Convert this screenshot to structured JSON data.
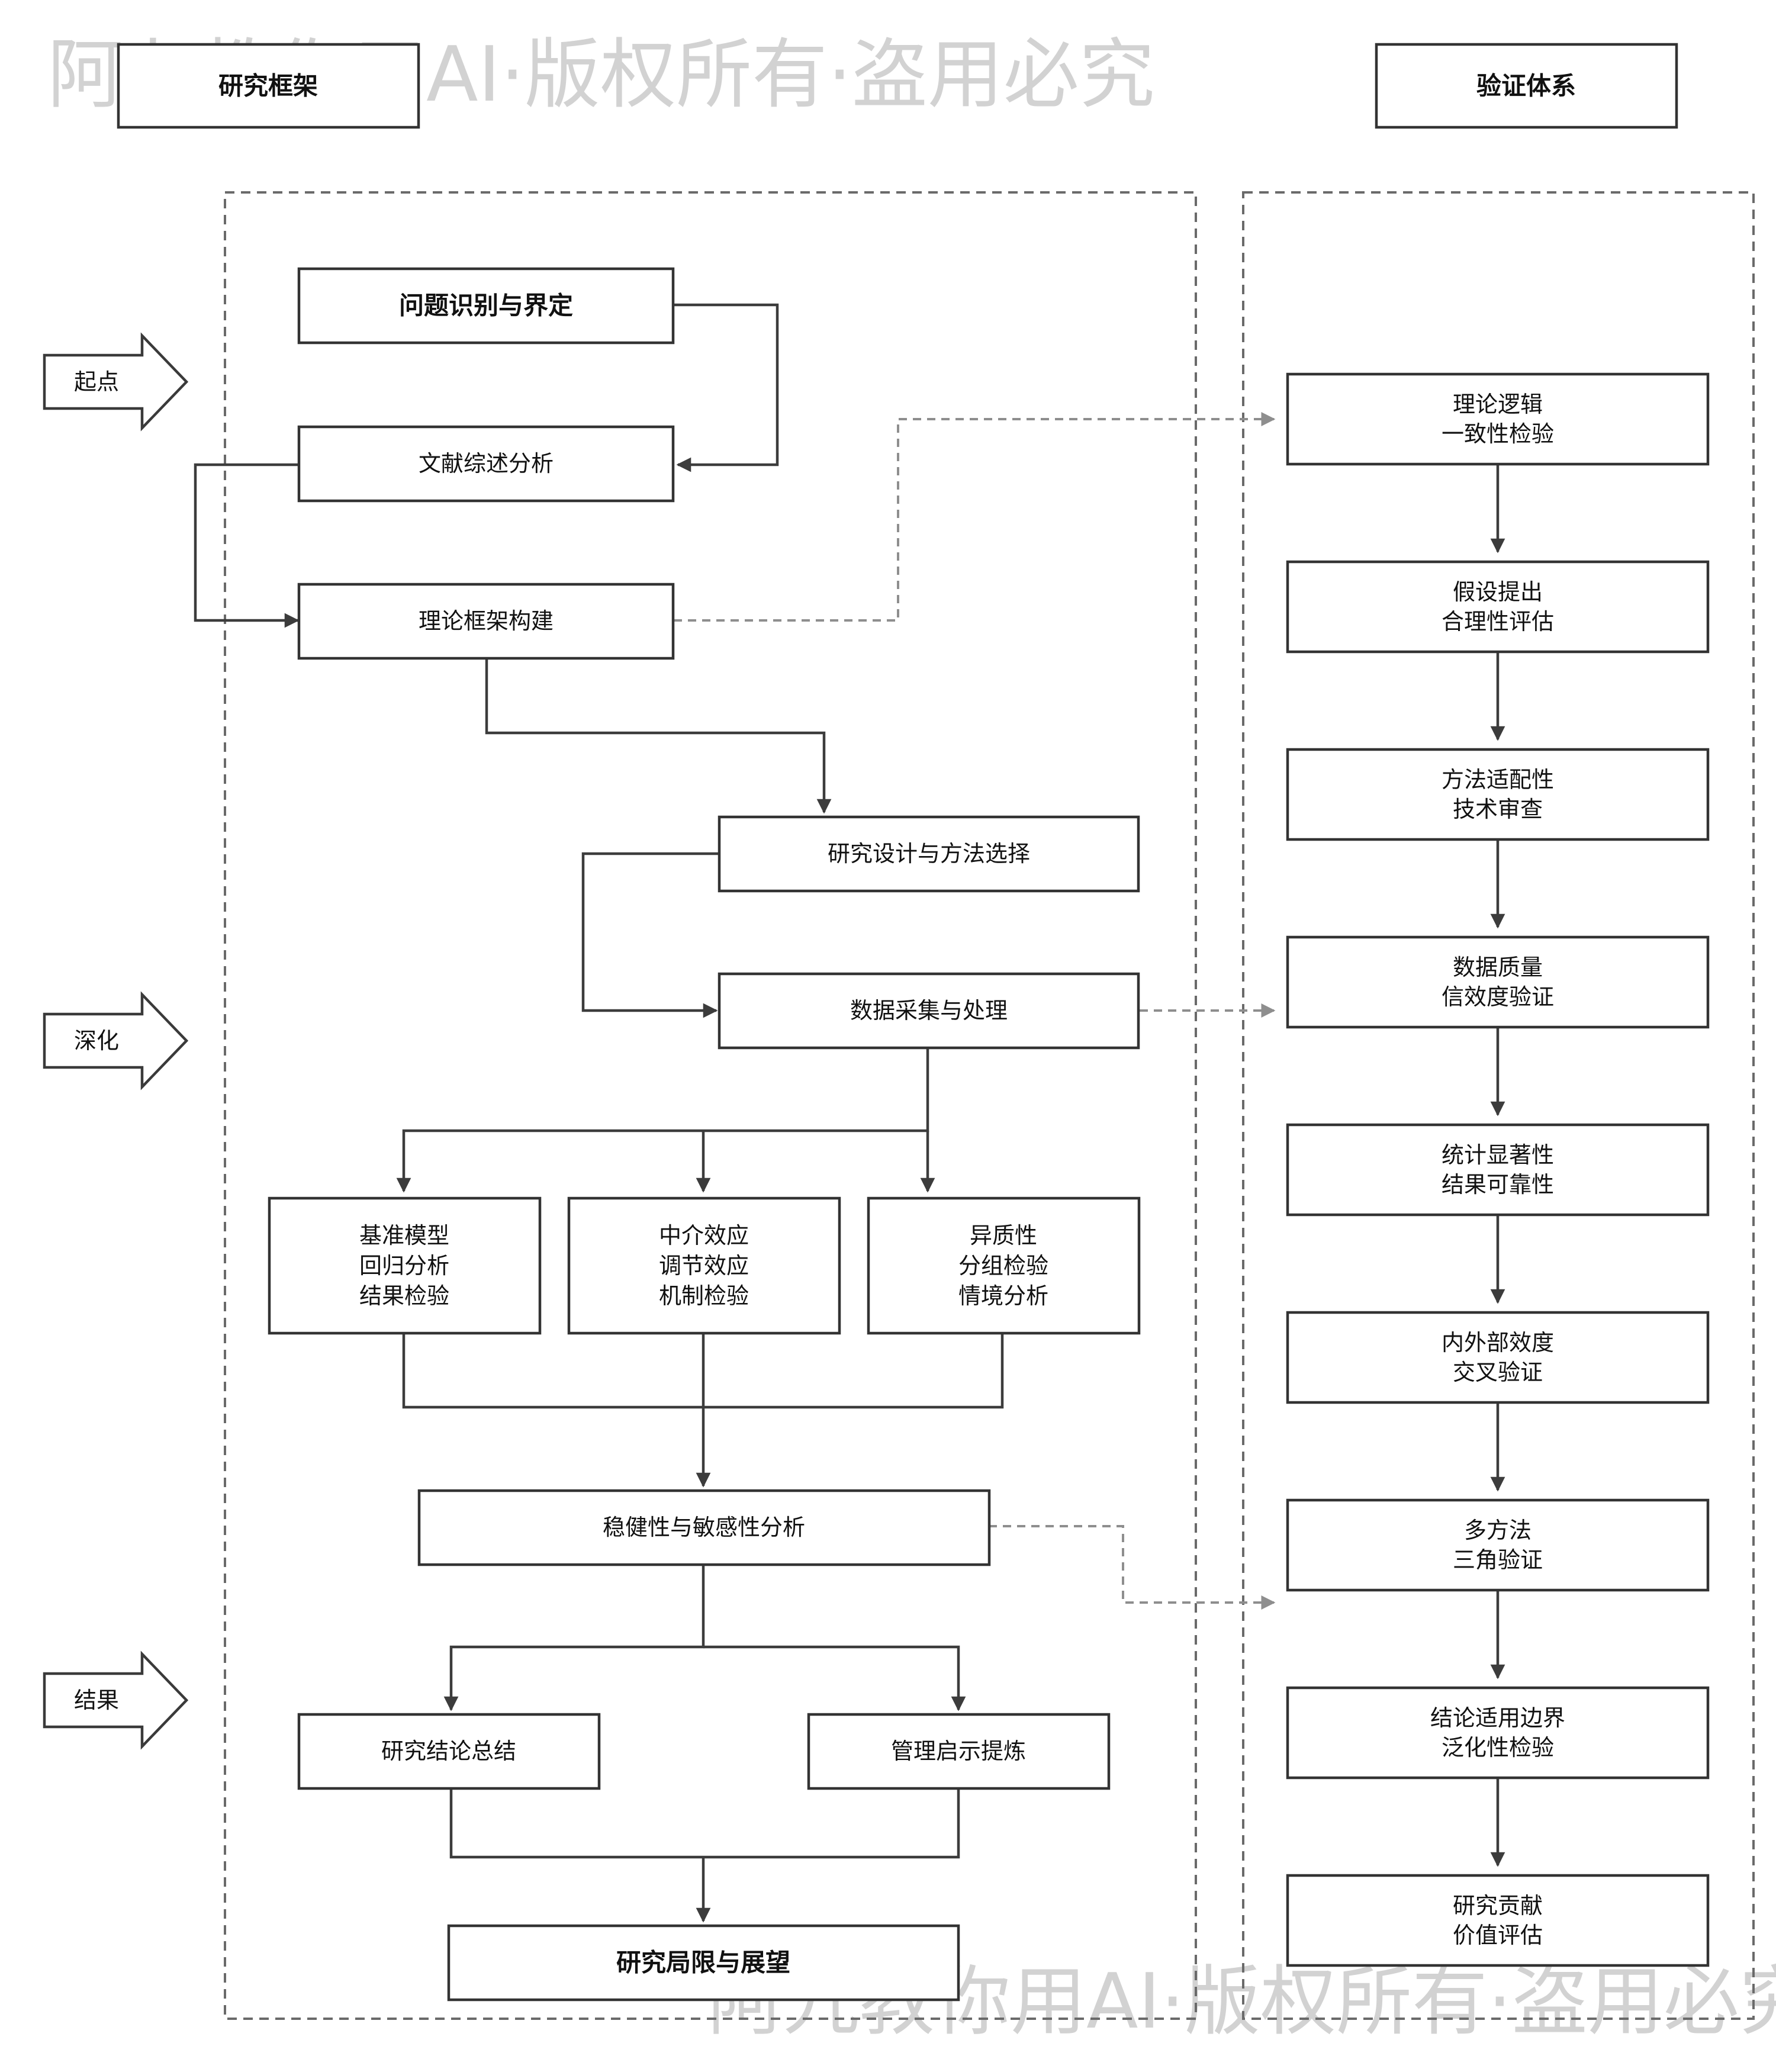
{
  "headers": {
    "framework": "研究框架",
    "validation": "验证体系"
  },
  "side_arrows": {
    "start": "起点",
    "deepen": "深化",
    "result": "结果"
  },
  "framework": {
    "problem": "问题识别与界定",
    "literature": "文献综述分析",
    "theory": "理论框架构建",
    "design": "研究设计与方法选择",
    "data": "数据采集与处理",
    "baseline": [
      "基准模型",
      "回归分析",
      "结果检验"
    ],
    "mediation": [
      "中介效应",
      "调节效应",
      "机制检验"
    ],
    "heterogeneity": [
      "异质性",
      "分组检验",
      "情境分析"
    ],
    "robustness": "稳健性与敏感性分析",
    "conclusion": "研究结论总结",
    "implication": "管理启示提炼",
    "limitation": "研究局限与展望"
  },
  "validation": {
    "items": [
      [
        "理论逻辑",
        "一致性检验"
      ],
      [
        "假设提出",
        "合理性评估"
      ],
      [
        "方法适配性",
        "技术审查"
      ],
      [
        "数据质量",
        "信效度验证"
      ],
      [
        "统计显著性",
        "结果可靠性"
      ],
      [
        "内外部效度",
        "交叉验证"
      ],
      [
        "多方法",
        "三角验证"
      ],
      [
        "结论适用边界",
        "泛化性检验"
      ],
      [
        "研究贡献",
        "价值评估"
      ]
    ]
  },
  "watermark": "阿九教你用AI·版权所有·盗用必究",
  "colors": {
    "box_stroke": "#333333",
    "connector": "#3c3c3c",
    "dashed_link": "#8e8e8e",
    "watermark": "#c8c8c8"
  }
}
